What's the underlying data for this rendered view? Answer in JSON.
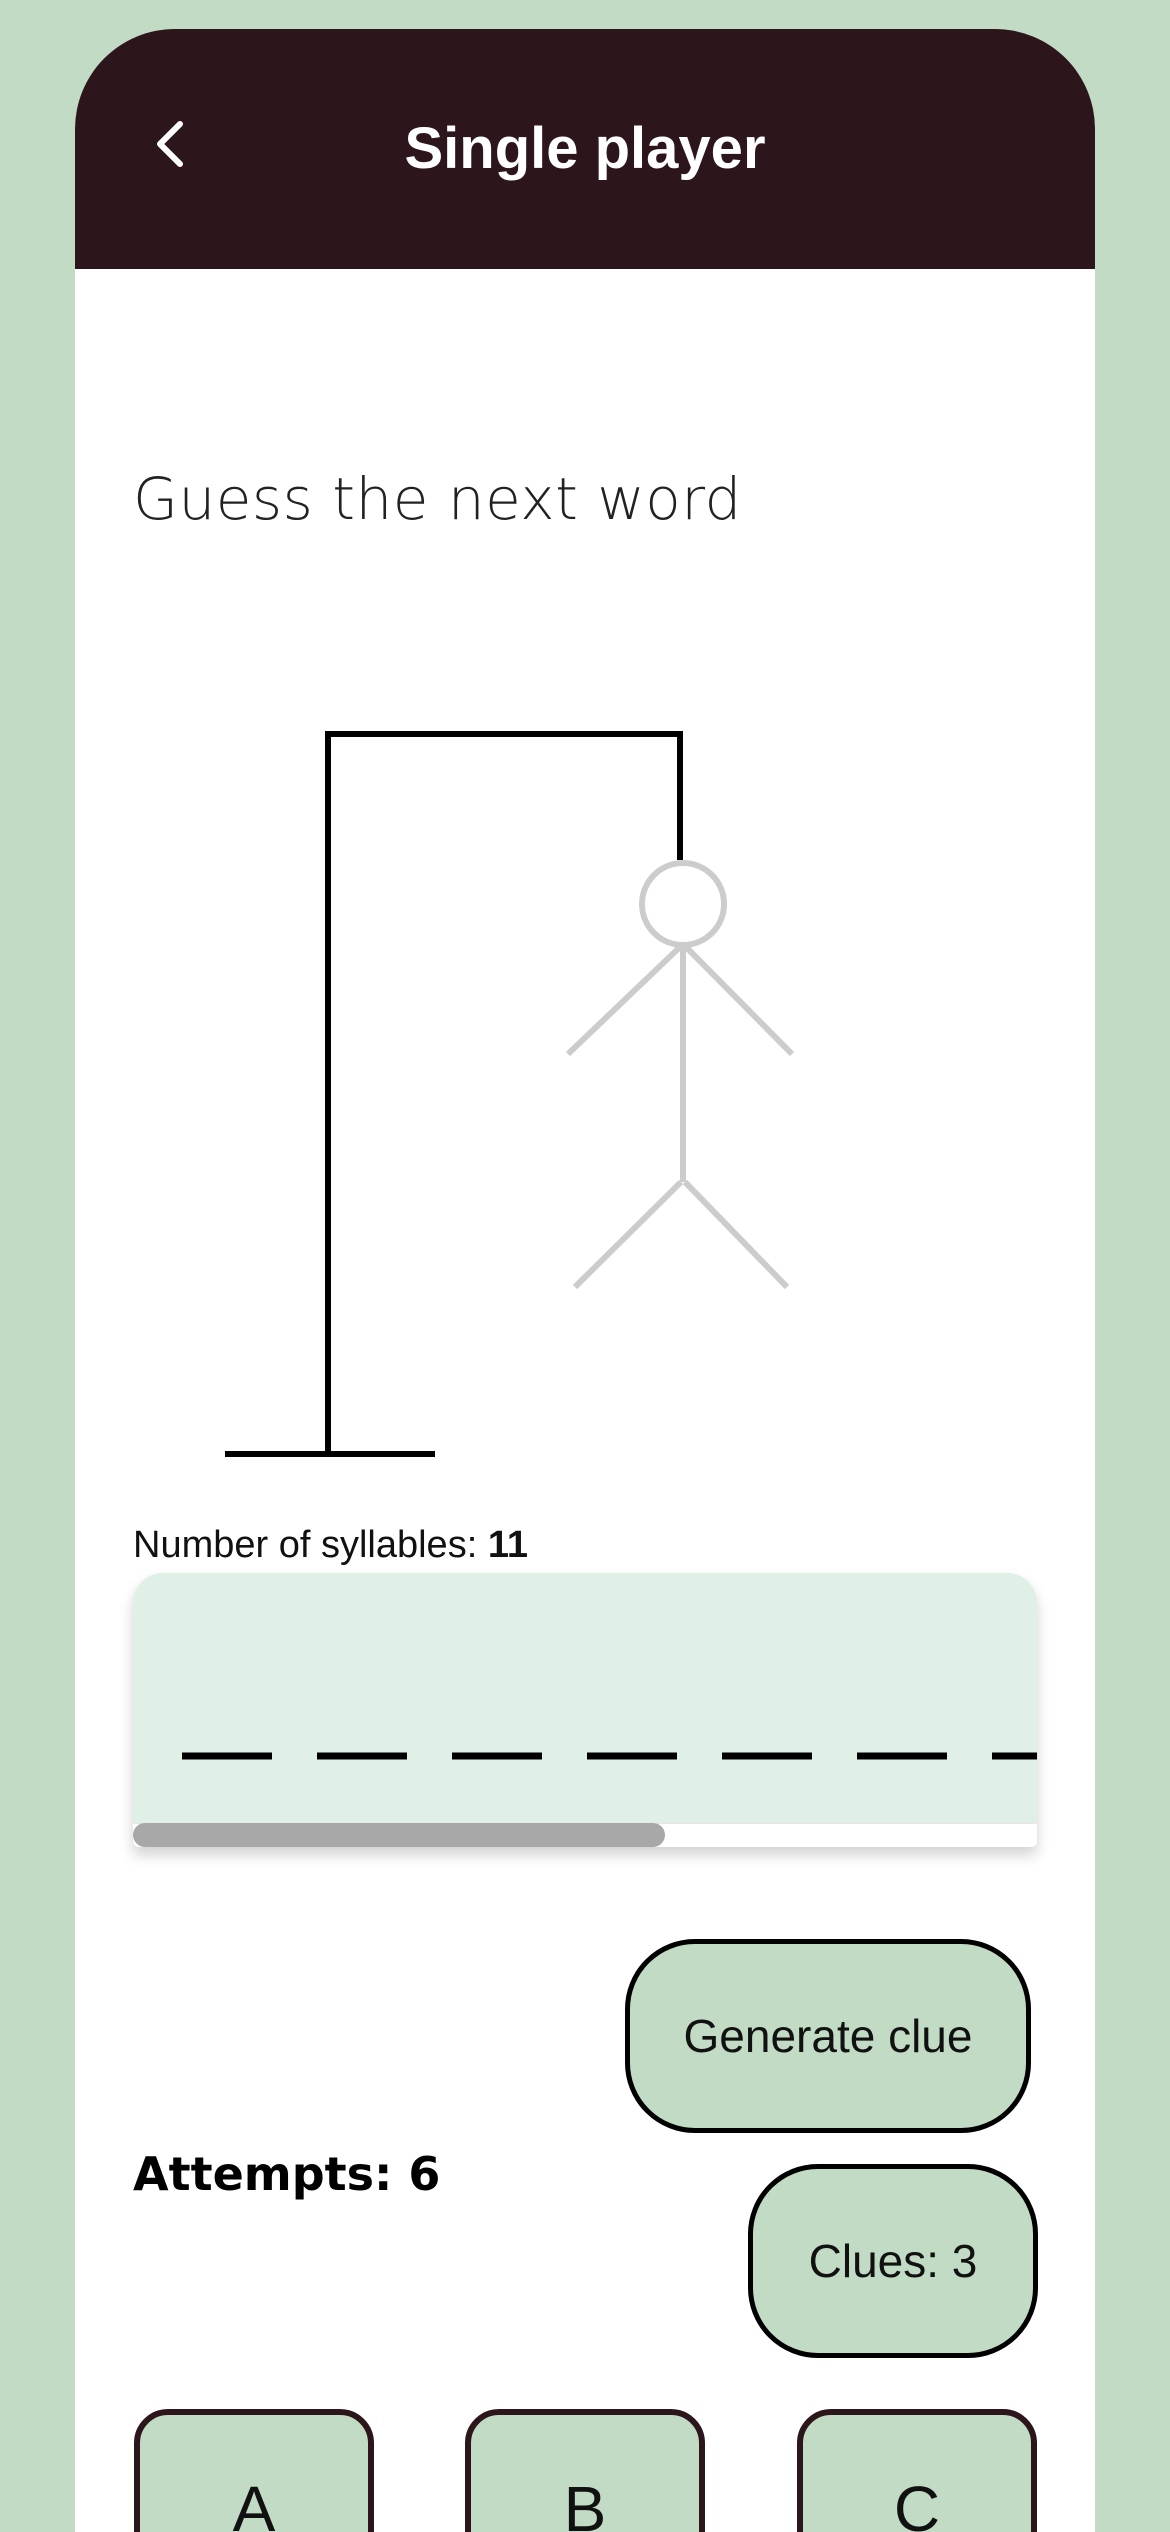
{
  "header": {
    "title": "Single player",
    "back_icon": "chevron-left-icon"
  },
  "game": {
    "prompt": "Guess the next word",
    "syllables_label": "Number of syllables: ",
    "syllables_count": "11",
    "blanks_visible": 7,
    "scroll_position": 0.58,
    "attempts": "Attempts: 6"
  },
  "actions": {
    "generate_clue_label": "Generate clue",
    "clues_label": "Clues: 3"
  },
  "keyboard": {
    "keys": [
      "A",
      "B",
      "C"
    ]
  },
  "colors": {
    "background": "#c2dbc4",
    "app_bar": "#2c161c",
    "word_area": "#e0f0e7",
    "figure": "#cccccc",
    "gallows": "#000000"
  }
}
